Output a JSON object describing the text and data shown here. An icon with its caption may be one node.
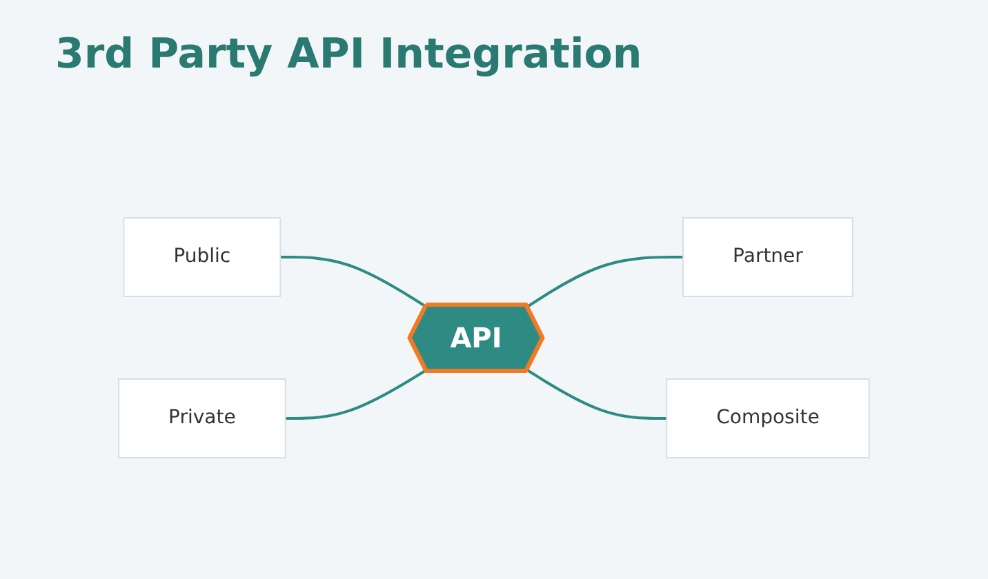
{
  "diagram": {
    "title": "3rd Party API Integration",
    "nodes": [
      {
        "text": [
          "API"
        ]
      },
      {
        "text": [
          "Public"
        ]
      },
      {
        "text": [
          "Partner"
        ]
      },
      {
        "text": [
          "Private"
        ]
      },
      {
        "text": [
          "Composite"
        ]
      }
    ],
    "edges": [
      {
        "from": 1,
        "to": 0,
        "arrow": "none"
      },
      {
        "from": 3,
        "to": 0,
        "arrow": "none"
      },
      {
        "from": 0,
        "to": 2,
        "arrow": "none"
      },
      {
        "from": 0,
        "to": 4,
        "arrow": "none"
      }
    ]
  }
}
